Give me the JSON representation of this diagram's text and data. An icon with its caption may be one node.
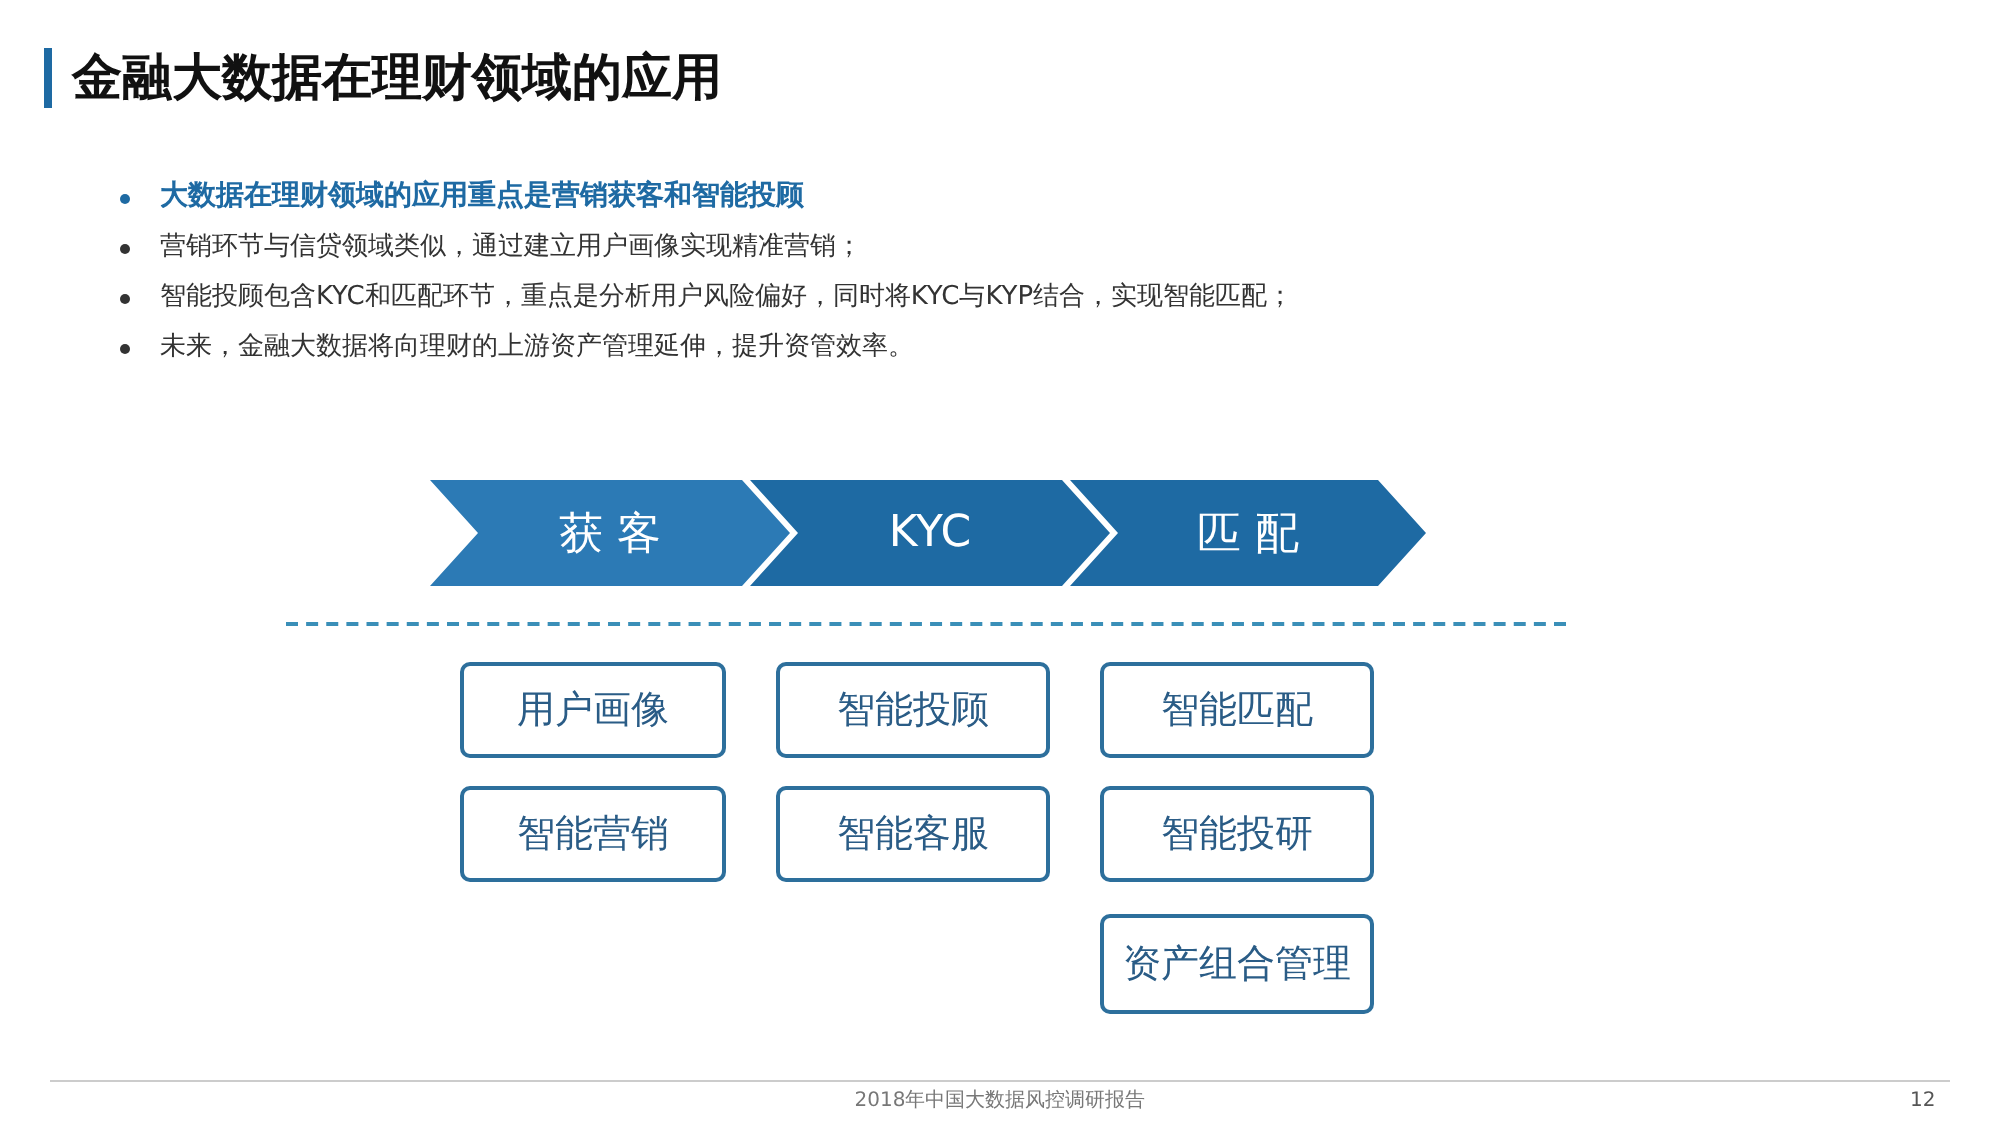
{
  "diagram": {
    "title": "金融大数据在理财领域的应用",
    "nodes": [
      {
        "text": [
          "获 客"
        ]
      },
      {
        "text": [
          "KYC"
        ]
      },
      {
        "text": [
          "匹 配"
        ]
      },
      {
        "text": [
          "用户画像"
        ]
      },
      {
        "text": [
          "智能营销"
        ]
      },
      {
        "text": [
          "智能投顾"
        ]
      },
      {
        "text": [
          "智能客服"
        ]
      },
      {
        "text": [
          "智能匹配"
        ]
      },
      {
        "text": [
          "智能投研"
        ]
      },
      {
        "text": [
          "资产组合管理"
        ]
      }
    ],
    "labels": [
      "大数据在理财领域的应用重点是营销获客和智能投顾",
      "营销环节与信贷领域类似，通过建立用户画像实现精准营销；",
      "智能投顾包含KYC和匹配环节，重点是分析用户风险偏好，同时将KYC与KYP结合，实现智能匹配；",
      "未来，金融大数据将向理财的上游资产管理延伸，提升资管效率。",
      "2018年中国大数据风控调研报告",
      "12"
    ]
  }
}
